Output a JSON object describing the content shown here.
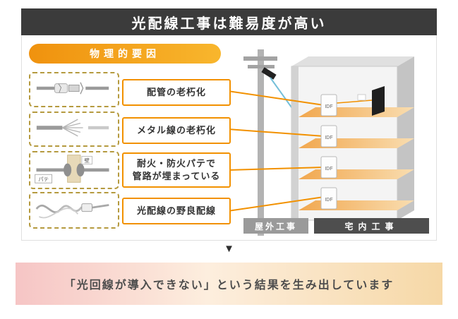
{
  "header": {
    "title": "光配線工事は難易度が高い"
  },
  "panel": {
    "pill": "物理的要因",
    "factors": [
      {
        "label": "配管の老朽化"
      },
      {
        "label": "メタル線の老朽化"
      },
      {
        "label_line1": "耐火・防火パテで",
        "label_line2": "管路が埋まっている"
      },
      {
        "label": "光配線の野良配線"
      }
    ],
    "illustration": {
      "putty": "パテ",
      "wall": "壁",
      "idf": "IDF"
    },
    "outdoor": "屋外工事",
    "indoor": "宅内工事"
  },
  "arrow": "▼",
  "footer": {
    "message": "「光回線が導入できない」という結果を生み出しています"
  },
  "colors": {
    "accent_orange": "#F29100",
    "header_bg": "#3B3B3B",
    "dashed_border": "#B59A3F",
    "banner_left": "#F6C5C5",
    "banner_right": "#F6D8A6",
    "indoor_bar": "#4E4E4E",
    "outdoor_bar": "#9A9A9A",
    "cable_teal": "#74BFD9"
  }
}
